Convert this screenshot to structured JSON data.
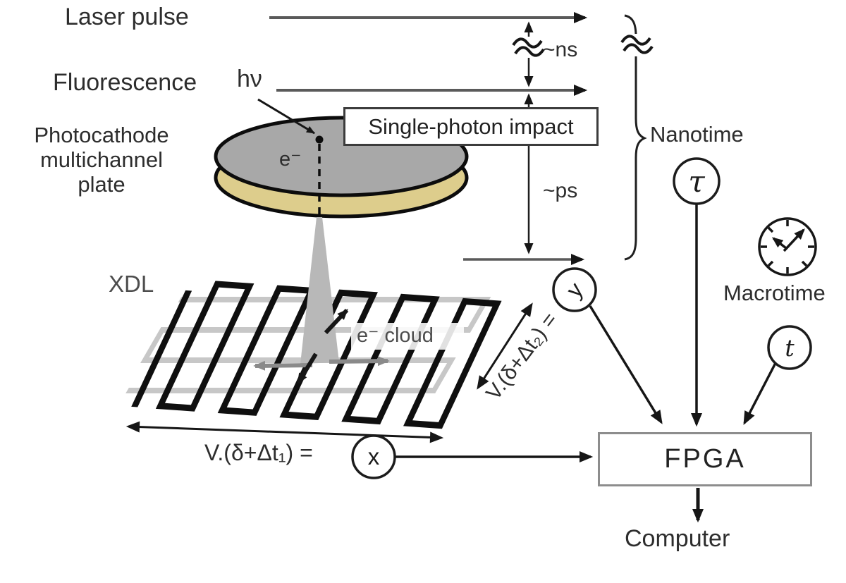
{
  "diagram": {
    "labels": {
      "laser_pulse": "Laser pulse",
      "fluorescence": "Fluorescence",
      "hnu": "hν",
      "photocathode": [
        "Photocathode",
        "multichannel",
        "plate"
      ],
      "single_photon_impact": "Single-photon impact",
      "ns": "~ns",
      "ps": "~ps",
      "nanotime": "Nanotime",
      "macrotime": "Macrotime",
      "xdl": "XDL",
      "electron": "e⁻",
      "electron_cloud": "e⁻ cloud",
      "formula_x": "V.(δ+Δt₁) =",
      "formula_y": "V.(δ+Δt₂) =",
      "node_x": "x",
      "node_y": "y",
      "node_tau": "τ",
      "node_t": "t",
      "fpga": "FPGA",
      "computer": "Computer"
    },
    "colors": {
      "mcp_top": "#a8a8a8",
      "mcp_bottom": "#ddcd8c",
      "electron_cone": "#b8b8b8",
      "delay_line_gray": "#c7c7c7",
      "line_gray": "#5a5a5a",
      "ink": "#161616"
    }
  }
}
